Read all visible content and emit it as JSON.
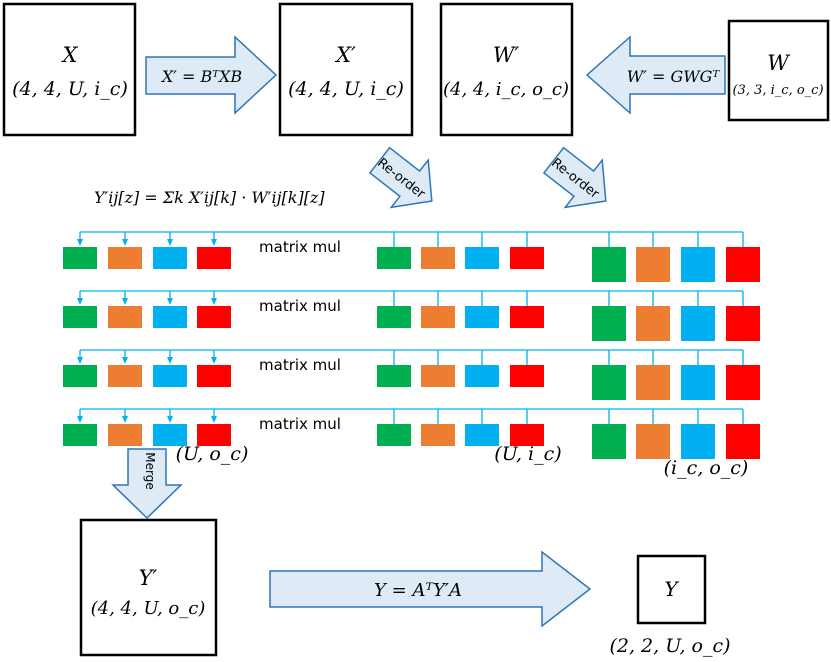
{
  "boxes": {
    "x": {
      "name": "X",
      "dims": "(4, 4, U, i_c)"
    },
    "xp": {
      "name": "X′",
      "dims": "(4, 4, U, i_c)"
    },
    "wp": {
      "name": "W′",
      "dims": "(4, 4, i_c, o_c)"
    },
    "w": {
      "name": "W",
      "dims": "(3, 3, i_c, o_c)"
    },
    "yp": {
      "name": "Y′",
      "dims": "(4, 4, U, o_c)"
    },
    "y": {
      "name": "Y",
      "dims": "(2, 2, U, o_c)"
    }
  },
  "arrows": {
    "input_transform": "X′ = BᵀXB",
    "weight_transform": "W′ = GWGᵀ",
    "reorder_left": "Re-order",
    "reorder_right": "Re-order",
    "merge": "Merge",
    "output_transform": "Y = AᵀY′A"
  },
  "formula": "Y′ij[z] = Σk X′ij[k] · W′ij[k][z]",
  "row_label": "matrix mul",
  "group_labels": {
    "output": "(U, o_c)",
    "input": "(U, i_c)",
    "weights": "(i_c, o_c)"
  },
  "colors": [
    "#00b050",
    "#ed7d31",
    "#00b0f0",
    "#ff0000"
  ],
  "line_color": "#00b0f0",
  "arrow_fill": "#deebf7",
  "arrow_stroke": "#2e75b6"
}
